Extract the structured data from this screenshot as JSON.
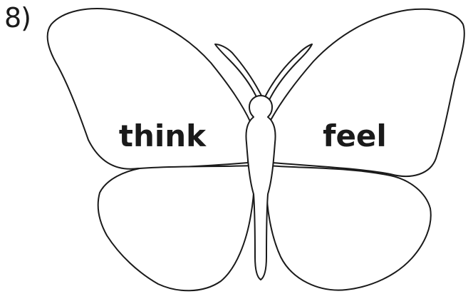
{
  "item_number": "8)",
  "words": {
    "left": "think",
    "right": "feel"
  },
  "colors": {
    "ink": "#1a1a1a",
    "background": "#ffffff"
  }
}
